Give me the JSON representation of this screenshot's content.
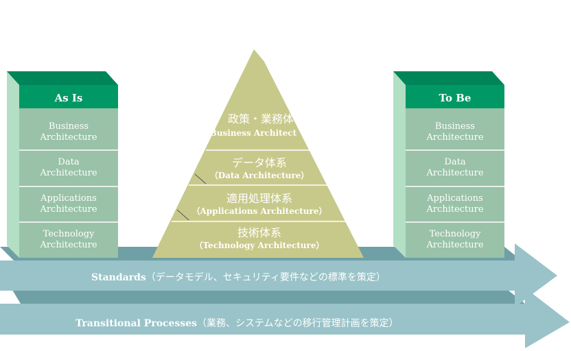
{
  "as_is": {
    "title": "As Is",
    "rows": [
      {
        "line1": "Business",
        "line2": "Architecture"
      },
      {
        "line1": "Data",
        "line2": "Architecture"
      },
      {
        "line1": "Applications",
        "line2": "Architecture"
      },
      {
        "line1": "Technology",
        "line2": "Architecture"
      }
    ]
  },
  "to_be": {
    "title": "To Be",
    "rows": [
      {
        "line1": "Business",
        "line2": "Architecture"
      },
      {
        "line1": "Data",
        "line2": "Architecture"
      },
      {
        "line1": "Applications",
        "line2": "Architecture"
      },
      {
        "line1": "Technology",
        "line2": "Architecture"
      }
    ]
  },
  "pyramid": [
    {
      "jp": "政策・業務体",
      "en": "(Business Architect"
    },
    {
      "jp": "データ体系",
      "en": "（Data Architecture）"
    },
    {
      "jp": "適用処理体系",
      "en": "（Applications Architecture）"
    },
    {
      "jp": "技術体系",
      "en": "（Technology Architecture）"
    }
  ],
  "arrows": {
    "standards": {
      "en": "Standards",
      "jp": "（データモデル、セキュリティ要件などの標準を策定）"
    },
    "transitional": {
      "en": "Transitional Processes",
      "jp": "（業務、システムなどの移行管理計画を策定）"
    }
  },
  "colors": {
    "box_header": "#009966",
    "box_cell": "#99c2a8",
    "box_side": "#b3dfc4",
    "pyramid_face": "#c7c98a",
    "pyramid_side": "#b5b875",
    "arrow_face": "#99c3c8",
    "arrow_dark": "#6fa0a6"
  }
}
